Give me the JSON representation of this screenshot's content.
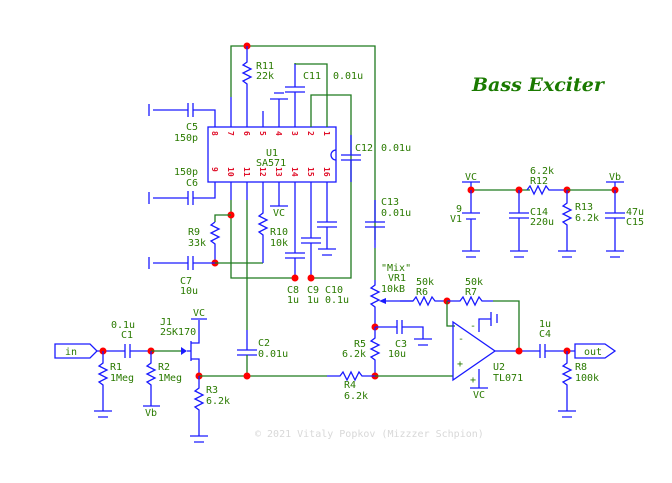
{
  "title": "Bass Exciter",
  "copyright": "© 2021 Vitaly Popkov (Mizzzer Schpion)",
  "ports": {
    "in": "in",
    "out": "out"
  },
  "ic": {
    "ref": "U1",
    "part": "SA571",
    "pins_top": [
      "8",
      "7",
      "6",
      "5",
      "4",
      "3",
      "2",
      "1"
    ],
    "pins_bottom": [
      "9",
      "10",
      "11",
      "12",
      "13",
      "14",
      "15",
      "16"
    ]
  },
  "components": {
    "R1": {
      "ref": "R1",
      "value": "1Meg"
    },
    "R2": {
      "ref": "R2",
      "value": "1Meg"
    },
    "R3": {
      "ref": "R3",
      "value": "6.2k"
    },
    "R4": {
      "ref": "R4",
      "value": "6.2k"
    },
    "R5": {
      "ref": "R5",
      "value": "6.2k"
    },
    "R6": {
      "ref": "R6",
      "value": "50k"
    },
    "R7": {
      "ref": "R7",
      "value": "50k"
    },
    "R8": {
      "ref": "R8",
      "value": "100k"
    },
    "R9": {
      "ref": "R9",
      "value": "33k"
    },
    "R10": {
      "ref": "R10",
      "value": "10k"
    },
    "R11": {
      "ref": "R11",
      "value": "22k"
    },
    "R12": {
      "ref": "R12",
      "value": "6.2k"
    },
    "R13": {
      "ref": "R13",
      "value": "6.2k"
    },
    "C1": {
      "ref": "C1",
      "value": "0.1u"
    },
    "C2": {
      "ref": "C2",
      "value": "0.01u"
    },
    "C3": {
      "ref": "C3",
      "value": "10u"
    },
    "C4": {
      "ref": "C4",
      "value": "1u"
    },
    "C5": {
      "ref": "C5",
      "value": "150p"
    },
    "C6": {
      "ref": "C6",
      "value": "150p"
    },
    "C7": {
      "ref": "C7",
      "value": "10u"
    },
    "C8": {
      "ref": "C8",
      "value": "1u"
    },
    "C9": {
      "ref": "C9",
      "value": "1u"
    },
    "C10": {
      "ref": "C10",
      "value": "0.1u"
    },
    "C11": {
      "ref": "C11",
      "value": "0.01u"
    },
    "C12": {
      "ref": "C12",
      "value": "0.01u"
    },
    "C13": {
      "ref": "C13",
      "value": "0.01u"
    },
    "C14": {
      "ref": "C14",
      "value": "220u"
    },
    "C15": {
      "ref": "C15",
      "value": "47u"
    },
    "J1": {
      "ref": "J1",
      "value": "2SK170"
    },
    "U2": {
      "ref": "U2",
      "value": "TL071"
    },
    "VR1": {
      "ref": "VR1",
      "value": "10kB",
      "name": "\"Mix\""
    },
    "V1": {
      "ref": "V1",
      "value": "9"
    }
  },
  "nets": {
    "vc": "VC",
    "vb": "Vb"
  },
  "opamp": {
    "minus": "-",
    "plus": "+"
  }
}
